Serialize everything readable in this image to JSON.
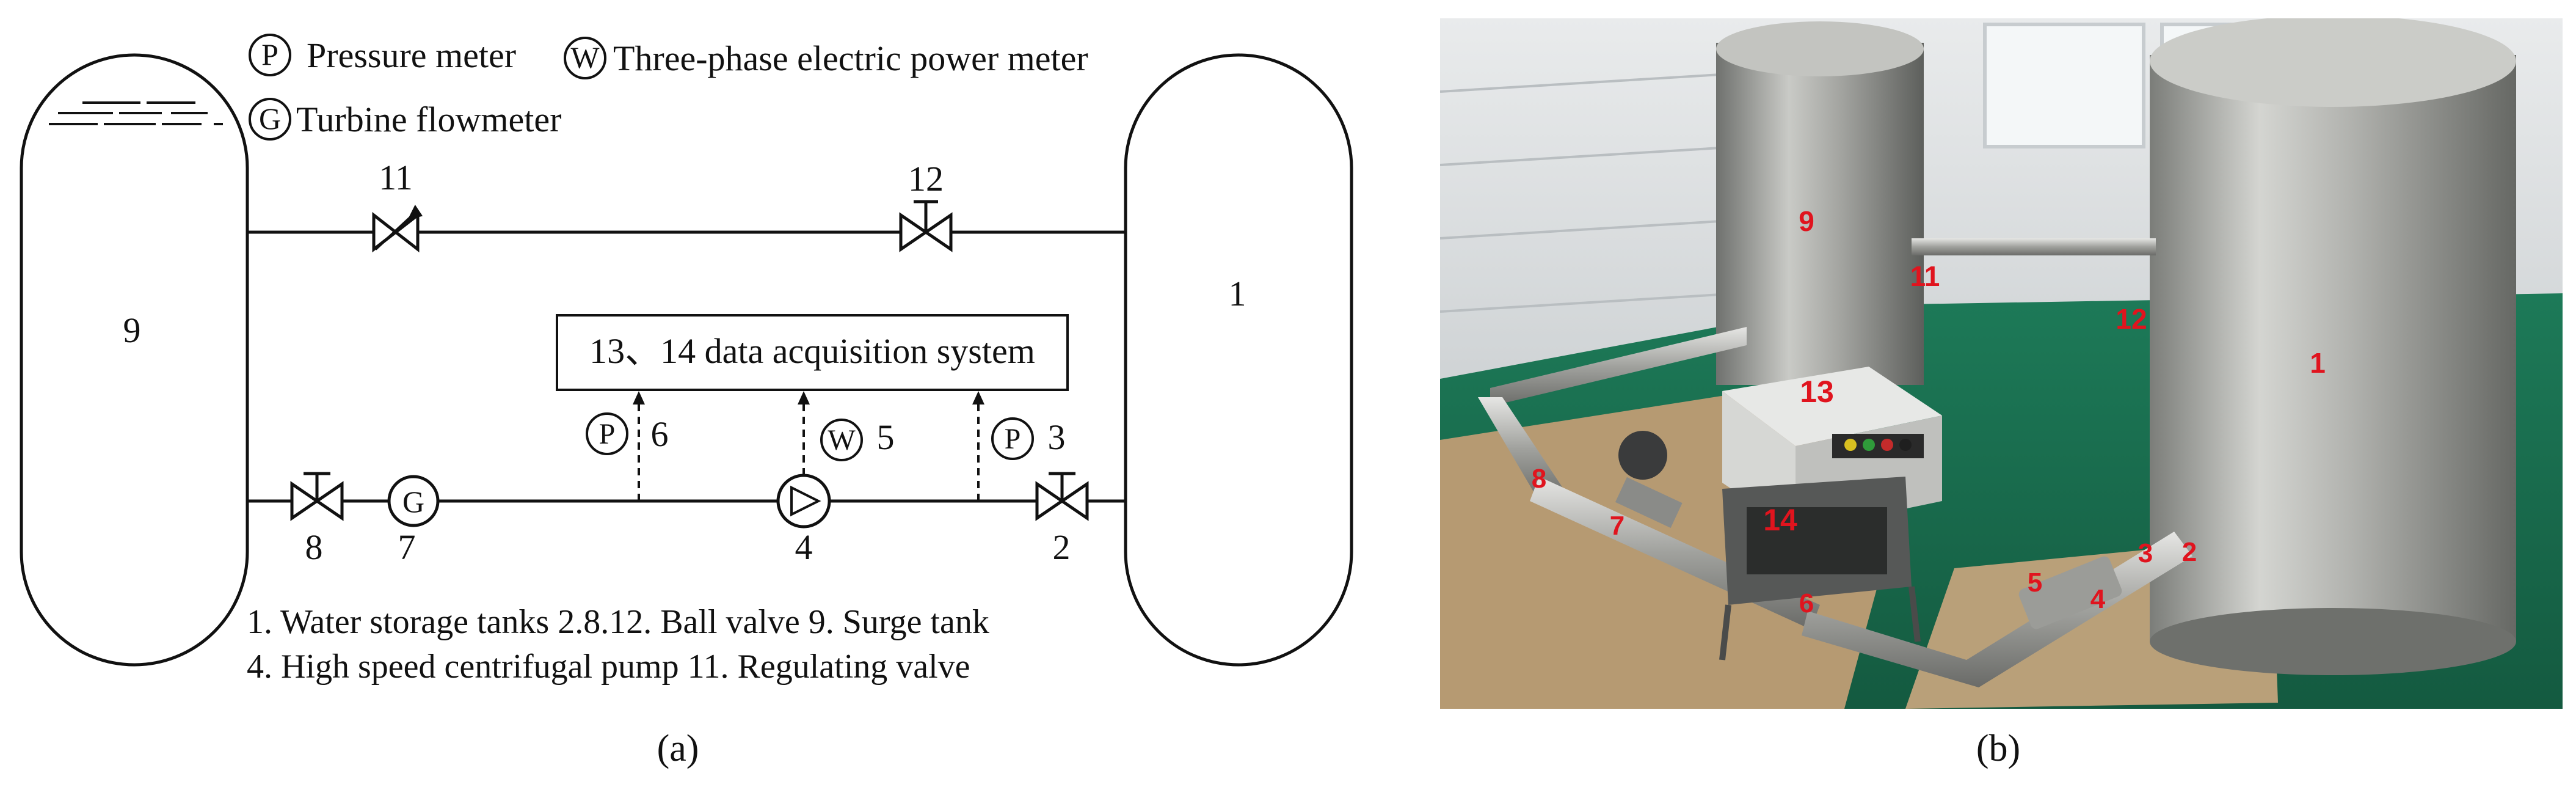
{
  "panel_a": {
    "legend": {
      "pressure_symbol": "P",
      "pressure_text": "Pressure meter",
      "power_symbol": "W",
      "power_text": "Three-phase electric power meter",
      "flow_symbol": "G",
      "flow_text": "Turbine flowmeter"
    },
    "labels": {
      "tank_left": "9",
      "tank_right": "1",
      "valve_11": "11",
      "valve_12": "12",
      "das_box": "13、14 data acquisition system",
      "meter_6_symbol": "P",
      "meter_6_num": "6",
      "meter_5_symbol": "W",
      "meter_5_num": "5",
      "meter_3_symbol": "P",
      "meter_3_num": "3",
      "valve_8": "8",
      "flowmeter_7_symbol": "G",
      "flowmeter_7": "7",
      "pump_4": "4",
      "valve_2": "2"
    },
    "caption_lines": [
      "1. Water storage tanks  2.8.12. Ball valve  9. Surge tank",
      "4. High speed centrifugal pump 11. Regulating valve"
    ],
    "sublabel": "(a)"
  },
  "panel_b": {
    "photo_labels": {
      "l9": "9",
      "l11": "11",
      "l12": "12",
      "l1": "1",
      "l13": "13",
      "l8": "8",
      "l7": "7",
      "l14": "14",
      "l6": "6",
      "l5": "5",
      "l4": "4",
      "l3": "3",
      "l2": "2"
    },
    "sublabel": "(b)"
  },
  "colors": {
    "photo_label": "#e0141e",
    "floor": "#1e6b4e",
    "steel": "#a9aaa6"
  }
}
